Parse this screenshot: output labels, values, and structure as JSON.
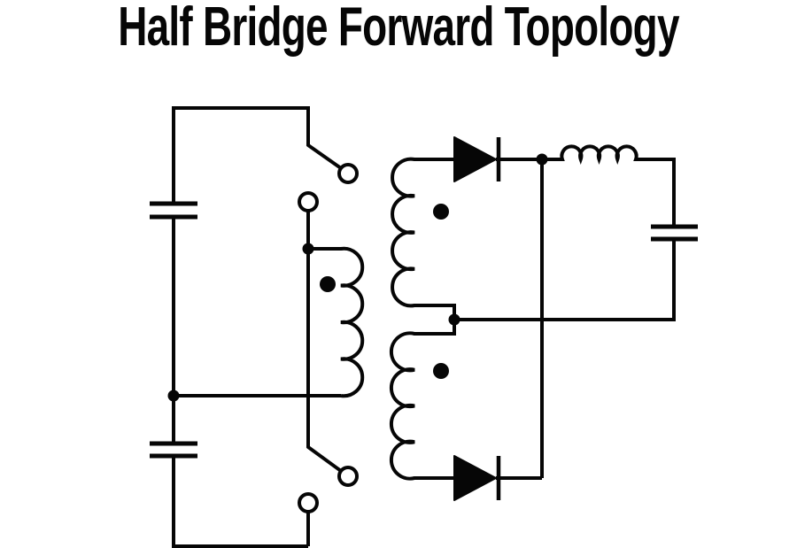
{
  "title": "Half Bridge Forward Topology",
  "colors": {
    "ink": "#060606",
    "background": "#ffffff"
  },
  "diagram": {
    "type": "circuit-schematic",
    "components": [
      {
        "id": "input-capacitor-upper",
        "label": "upper input bus capacitor"
      },
      {
        "id": "input-capacitor-lower",
        "label": "lower input bus capacitor"
      },
      {
        "id": "high-side-switch",
        "label": "high-side switch (open contacts)"
      },
      {
        "id": "low-side-switch",
        "label": "low-side switch (open contacts)"
      },
      {
        "id": "transformer-primary",
        "label": "transformer primary winding with polarity dot"
      },
      {
        "id": "transformer-secondary-upper",
        "label": "upper secondary winding with polarity dot"
      },
      {
        "id": "transformer-secondary-lower",
        "label": "lower secondary winding with polarity dot"
      },
      {
        "id": "rectifier-diode-upper",
        "label": "upper rectifier diode"
      },
      {
        "id": "rectifier-diode-lower",
        "label": "lower rectifier diode"
      },
      {
        "id": "output-inductor",
        "label": "output filter inductor"
      },
      {
        "id": "output-capacitor",
        "label": "output filter capacitor"
      }
    ]
  }
}
